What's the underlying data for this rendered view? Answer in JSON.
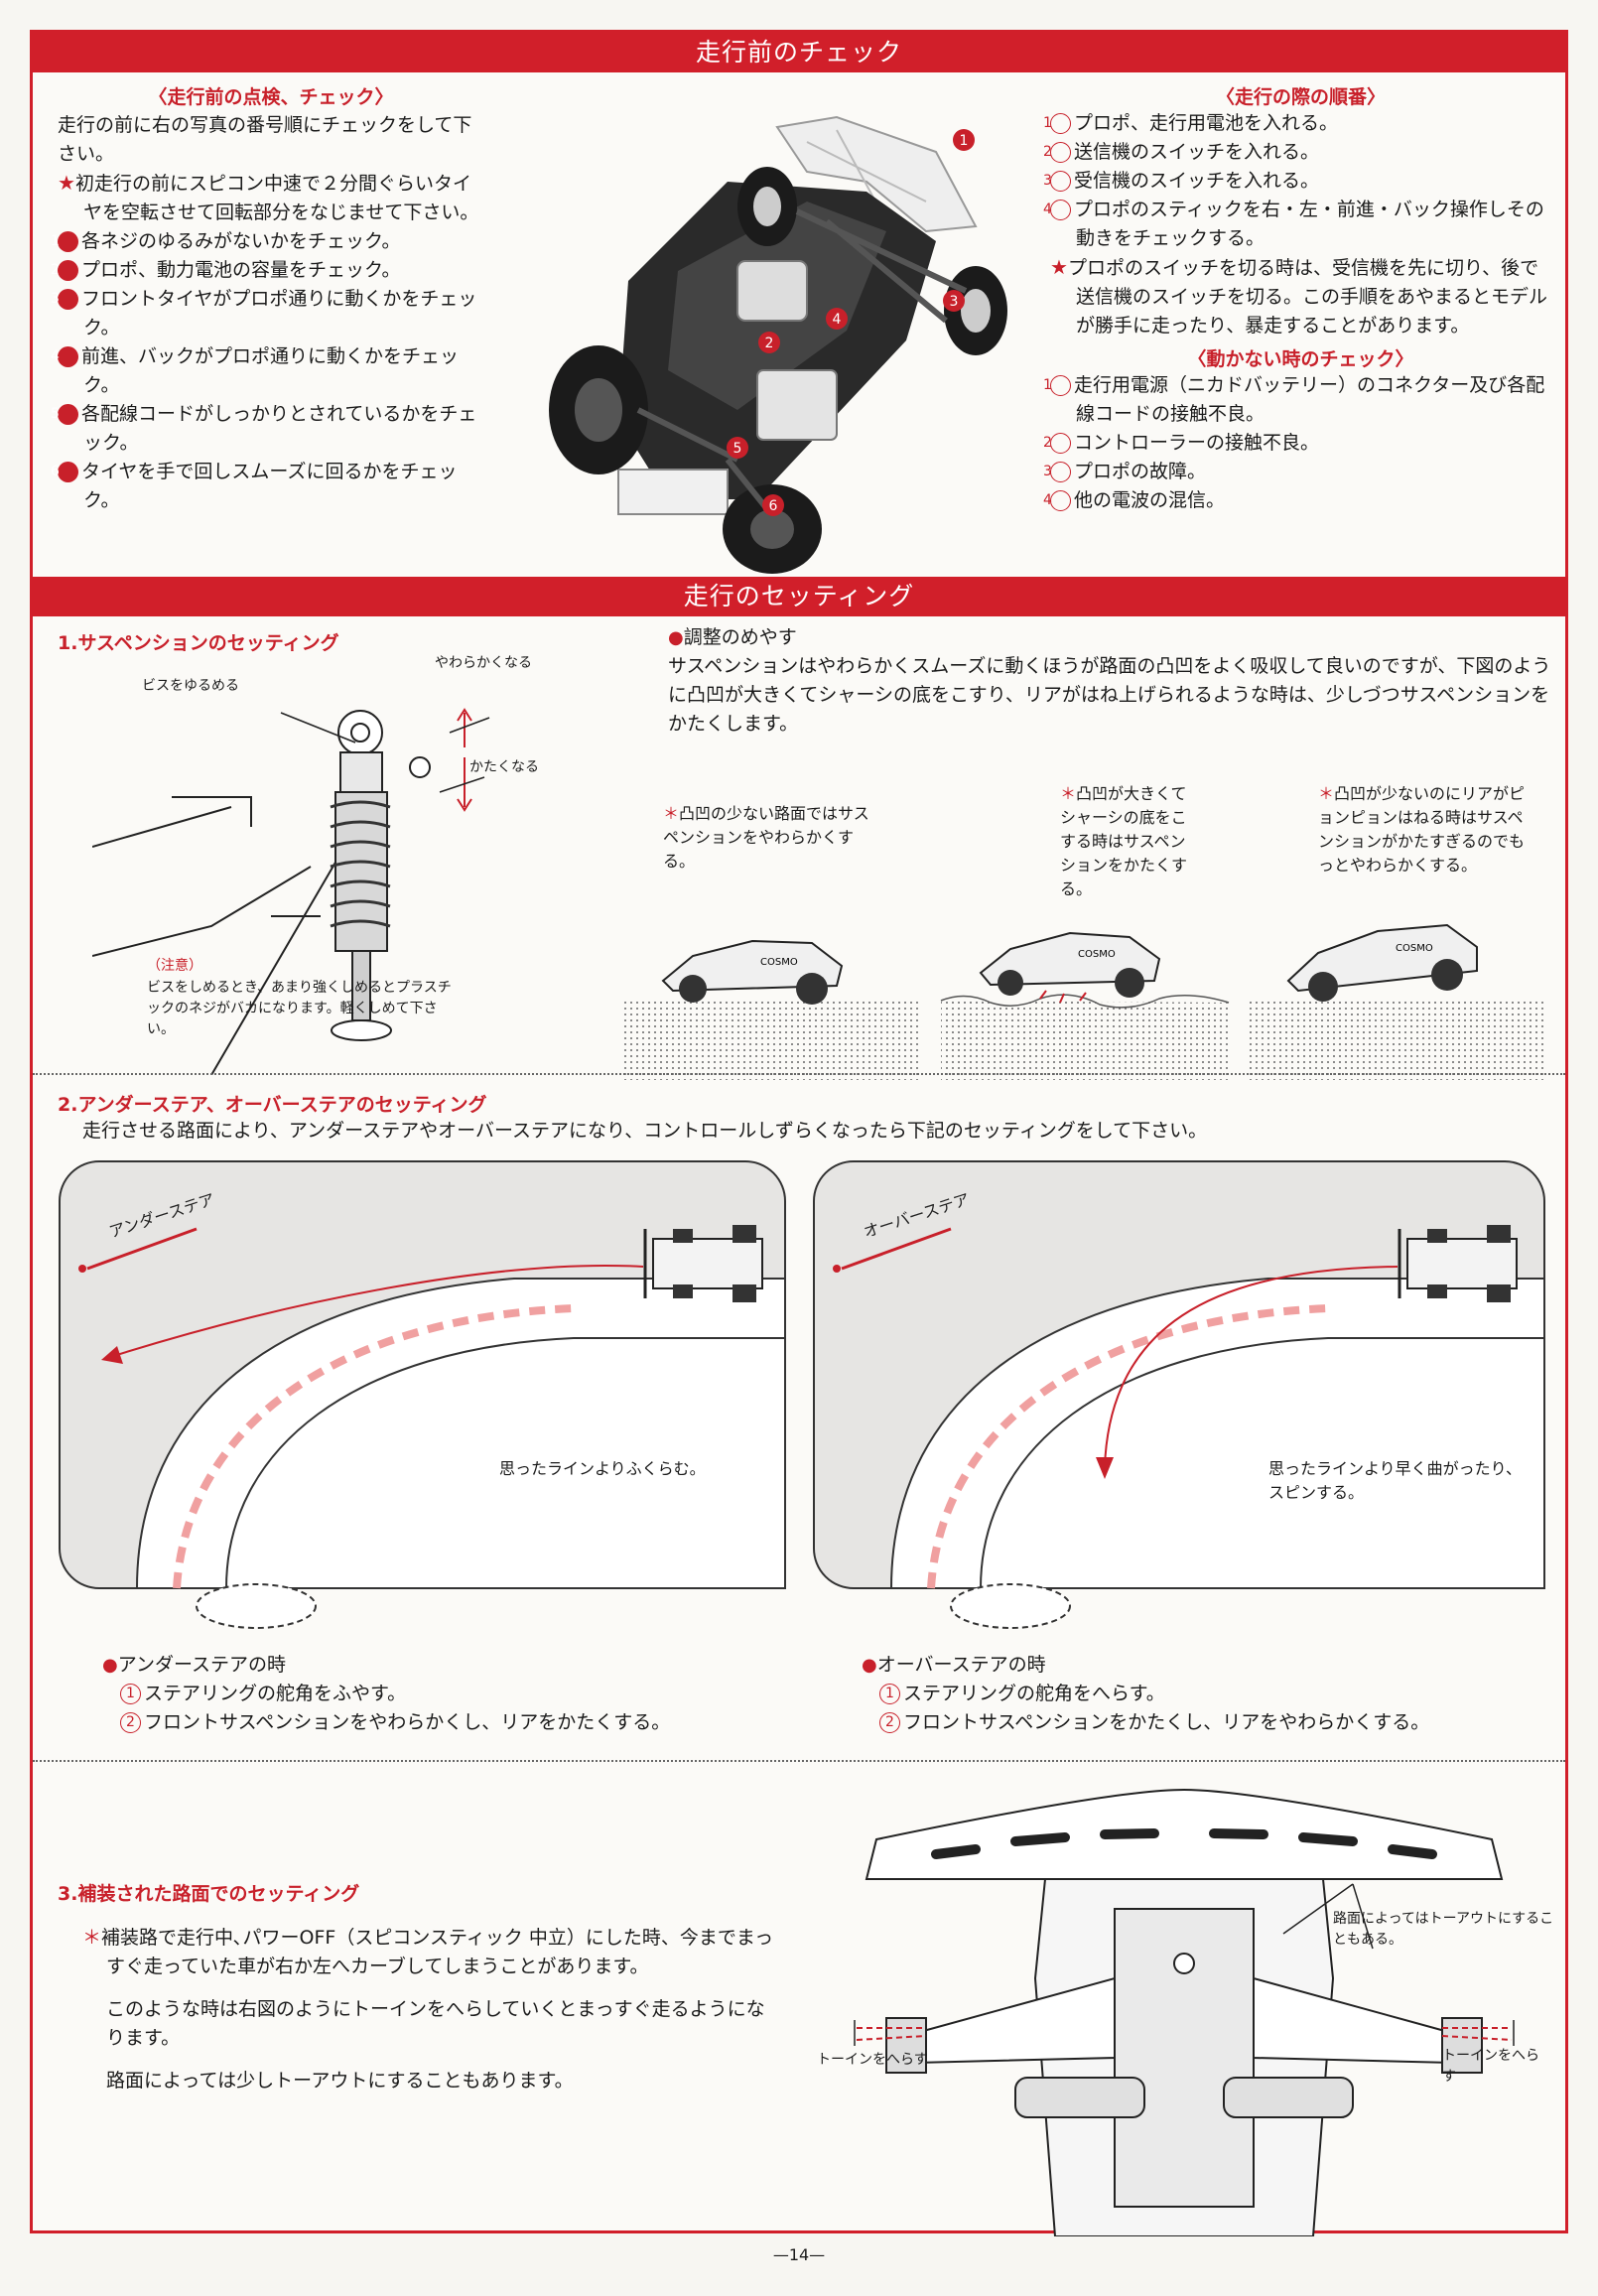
{
  "section1": {
    "banner": "走行前のチェック",
    "check": {
      "title": "〈走行前の点検、チェック〉",
      "intro": "走行の前に右の写真の番号順にチェックをして下さい。",
      "star_note": "初走行の前にスピコン中速で２分間ぐらいタイヤを空転させて回転部分をなじませて下さい。",
      "items": [
        {
          "num": "1",
          "text": "各ネジのゆるみがないかをチェック。"
        },
        {
          "num": "2",
          "text": "プロポ、動力電池の容量をチェック。"
        },
        {
          "num": "3",
          "text": "フロントタイヤがプロポ通りに動くかをチェック。"
        },
        {
          "num": "4",
          "text": "前進、バックがプロポ通りに動くかをチェック。"
        },
        {
          "num": "5",
          "text": "各配線コードがしっかりとされているかをチェック。"
        },
        {
          "num": "6",
          "text": "タイヤを手で回しスムーズに回るかをチェック。"
        }
      ]
    },
    "photo_labels": [
      "1",
      "2",
      "3",
      "4",
      "5",
      "6"
    ],
    "order": {
      "title": "〈走行の際の順番〉",
      "items": [
        {
          "num": "1",
          "text": "プロポ、走行用電池を入れる。"
        },
        {
          "num": "2",
          "text": "送信機のスイッチを入れる。"
        },
        {
          "num": "3",
          "text": "受信機のスイッチを入れる。"
        },
        {
          "num": "4",
          "text": "プロポのスティックを右・左・前進・バック操作しその動きをチェックする。"
        }
      ],
      "star_note": "プロポのスイッチを切る時は、受信機を先に切り、後で送信機のスイッチを切る。この手順をあやまるとモデルが勝手に走ったり、暴走することがあります。"
    },
    "trouble": {
      "title": "〈動かない時のチェック〉",
      "items": [
        {
          "num": "1",
          "text": "走行用電源（ニカドバッテリー）のコネクター及び各配線コードの接触不良。"
        },
        {
          "num": "2",
          "text": "コントローラーの接触不良。"
        },
        {
          "num": "3",
          "text": "プロポの故障。"
        },
        {
          "num": "4",
          "text": "他の電波の混信。"
        }
      ]
    }
  },
  "section2": {
    "banner": "走行のセッティング",
    "suspension": {
      "title": "1.サスペンションのセッティング",
      "label_loosen": "ビスをゆるめる",
      "label_softer": "やわらかくなる",
      "label_harder": "かたくなる",
      "caution_title": "（注意）",
      "caution_text": "ビスをしめるとき、あまり強くしめるとプラスチックのネジがバカになります。軽くしめて下さい。"
    },
    "adjust": {
      "title": "調整のめやす",
      "text": "サスペンションはやわらかくスムーズに動くほうが路面の凸凹をよく吸収して良いのですが、下図のように凸凹が大きくてシャーシの底をこすり、リアがはね上げられるような時は、少しづつサスペンションをかたくします。",
      "cases": [
        "凸凹の少ない路面ではサスペンションをやわらかくする。",
        "凸凹が大きくてシャーシの底をこする時はサスペンションをかたくする。",
        "凸凹が少ないのにリアがピョンピョンはねる時はサスペンションがかたすぎるのでもっとやわらかくする。"
      ],
      "car_label": "COSMO"
    },
    "steer": {
      "title": "2.アンダーステア、オーバーステアのセッティング",
      "intro": "走行させる路面により、アンダーステアやオーバーステアになり、コントロールしずらくなったら下記のセッティングをして下さい。",
      "under": {
        "label": "アンダーステア",
        "caption": "思ったラインよりふくらむ。",
        "head": "アンダーステアの時",
        "items": [
          {
            "num": "1",
            "text": "ステアリングの舵角をふやす。"
          },
          {
            "num": "2",
            "text": "フロントサスペンションをやわらかくし、リアをかたくする。"
          }
        ]
      },
      "over": {
        "label": "オーバーステア",
        "caption": "思ったラインより早く曲がったり、スピンする。",
        "head": "オーバーステアの時",
        "items": [
          {
            "num": "1",
            "text": "ステアリングの舵角をへらす。"
          },
          {
            "num": "2",
            "text": "フロントサスペンションをかたくし、リアをやわらかくする。"
          }
        ]
      }
    },
    "paved": {
      "title": "3.補装された路面でのセッティング",
      "p1": "補装路で走行中､パワーOFF（スピコンスティック 中立）にした時、今までまっすぐ走っていた車が右か左へカーブしてしまうことがあります。",
      "p2": "このような時は右図のようにトーインをへらしていくとまっすぐ走るようになります。",
      "p3": "路面によっては少しトーアウトにすることもあります。",
      "label_toe_out": "路面によってはトーアウトにすることもある。",
      "label_left": "トーインをへらす",
      "label_right": "トーインをへらす"
    }
  },
  "page_number": "—14—",
  "colors": {
    "accent": "#d11f2a",
    "text": "#1a1a1a"
  }
}
